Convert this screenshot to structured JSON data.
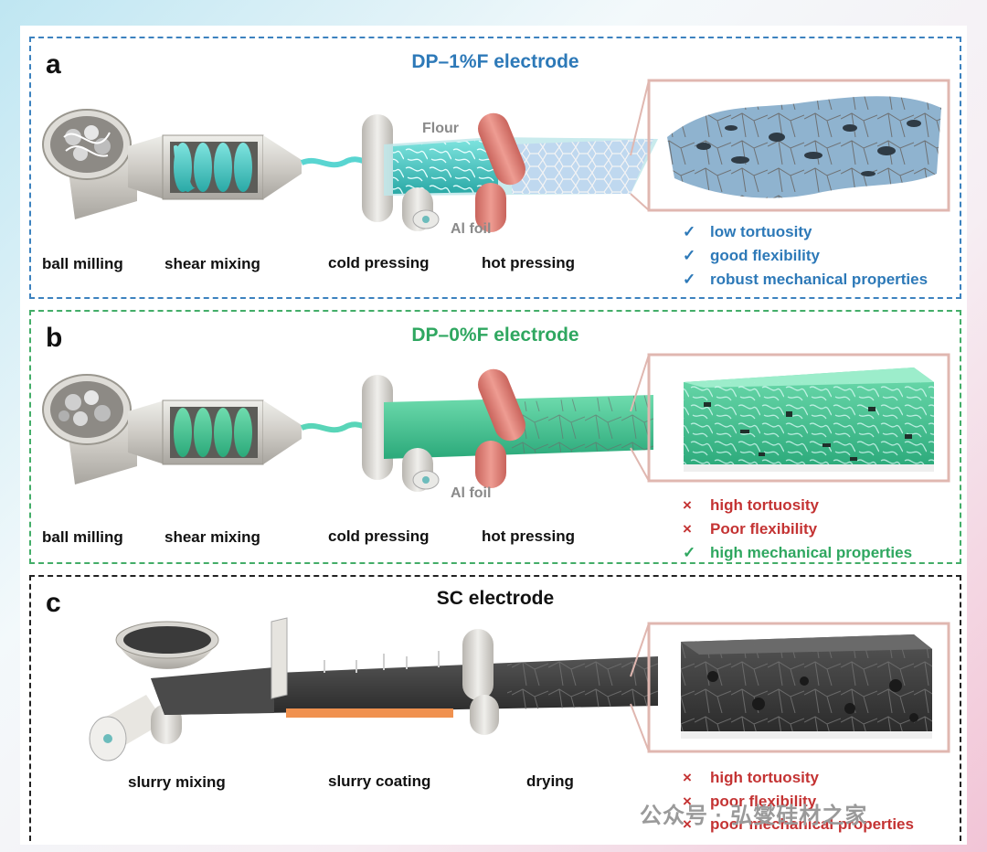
{
  "panel_a": {
    "letter": "a",
    "title": "DP–1%F electrode",
    "flour_label": "Flour",
    "foil_label": "Al foil",
    "steps": [
      "ball milling",
      "shear mixing",
      "cold pressing",
      "hot pressing"
    ],
    "features": [
      {
        "mark": "✓",
        "text": "low tortuosity",
        "color": "#2d79b8"
      },
      {
        "mark": "✓",
        "text": "good flexibility",
        "color": "#2d79b8"
      },
      {
        "mark": "✓",
        "text": "robust mechanical properties",
        "color": "#2d79b8"
      }
    ]
  },
  "panel_b": {
    "letter": "b",
    "title": "DP–0%F electrode",
    "foil_label": "Al foil",
    "steps": [
      "ball milling",
      "shear mixing",
      "cold pressing",
      "hot pressing"
    ],
    "features": [
      {
        "mark": "×",
        "text": "high tortuosity",
        "color": "#c43333"
      },
      {
        "mark": "×",
        "text": "Poor flexibility",
        "color": "#c43333"
      },
      {
        "mark": "✓",
        "text": "high mechanical properties",
        "color": "#2fa760"
      }
    ]
  },
  "panel_c": {
    "letter": "c",
    "title": "SC electrode",
    "steps": [
      "slurry mixing",
      "slurry coating",
      "drying"
    ],
    "features": [
      {
        "mark": "×",
        "text": "high tortuosity",
        "color": "#c43333"
      },
      {
        "mark": "×",
        "text": "poor flexibility",
        "color": "#c43333"
      },
      {
        "mark": "×",
        "text": "poor mechanical properties",
        "color": "#c43333"
      }
    ]
  },
  "watermark": "公众号 · 弘燮硅材之家",
  "colors": {
    "dp1_accent": "#2d79b8",
    "dp0_accent": "#2fa760",
    "negative": "#c43333",
    "roller_copper": "#e0847a",
    "roller_grey": "#d7d4cf",
    "teal_material": "#3fc6c2",
    "green_material": "#3cc290"
  }
}
